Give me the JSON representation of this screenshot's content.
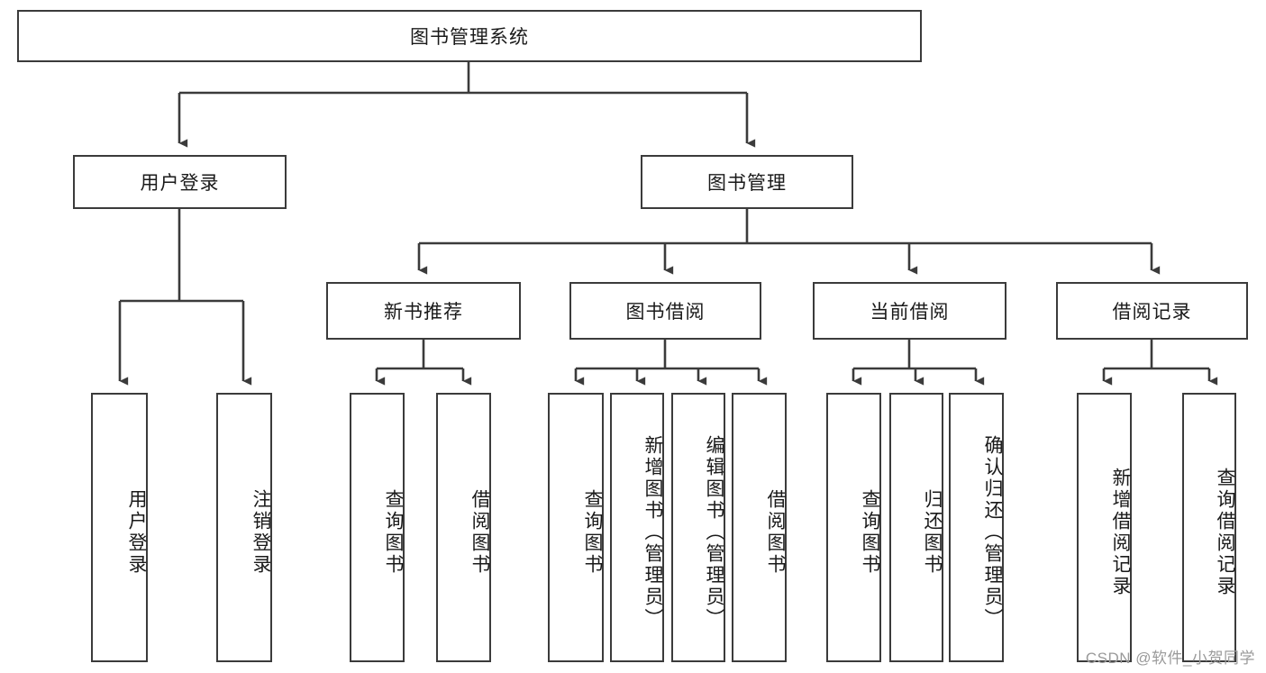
{
  "diagram": {
    "title": "图书管理系统",
    "watermark": "CSDN @软件_小贺同学",
    "stroke_color": "#3b3b3b",
    "background_color": "#ffffff",
    "text_color": "#1a1a1a",
    "watermark_color": "#9a9a9a"
  },
  "nodes": {
    "root": {
      "label": "图书管理系统"
    },
    "level2": [
      {
        "label": "用户登录"
      },
      {
        "label": "图书管理"
      }
    ],
    "level3": [
      {
        "label": "新书推荐"
      },
      {
        "label": "图书借阅"
      },
      {
        "label": "当前借阅"
      },
      {
        "label": "借阅记录"
      }
    ],
    "leaves": {
      "user_login": [
        {
          "label": "用户登录"
        },
        {
          "label": "注销登录"
        }
      ],
      "new_book_recommend": [
        {
          "label": "查询图书"
        },
        {
          "label": "借阅图书"
        }
      ],
      "book_borrow": [
        {
          "label": "查询图书"
        },
        {
          "label": "新增图书（管理员）"
        },
        {
          "label": "编辑图书（管理员）"
        },
        {
          "label": "借阅图书"
        }
      ],
      "current_borrow": [
        {
          "label": "查询图书"
        },
        {
          "label": "归还图书"
        },
        {
          "label": "确认归还（管理员）"
        }
      ],
      "borrow_record": [
        {
          "label": "新增借阅记录"
        },
        {
          "label": "查询借阅记录"
        }
      ]
    }
  },
  "chart_data": {
    "type": "table",
    "title": "图书管理系统",
    "tree": {
      "name": "图书管理系统",
      "children": [
        {
          "name": "用户登录",
          "children": [
            {
              "name": "用户登录"
            },
            {
              "name": "注销登录"
            }
          ]
        },
        {
          "name": "图书管理",
          "children": [
            {
              "name": "新书推荐",
              "children": [
                {
                  "name": "查询图书"
                },
                {
                  "name": "借阅图书"
                }
              ]
            },
            {
              "name": "图书借阅",
              "children": [
                {
                  "name": "查询图书"
                },
                {
                  "name": "新增图书（管理员）"
                },
                {
                  "name": "编辑图书（管理员）"
                },
                {
                  "name": "借阅图书"
                }
              ]
            },
            {
              "name": "当前借阅",
              "children": [
                {
                  "name": "查询图书"
                },
                {
                  "name": "归还图书"
                },
                {
                  "name": "确认归还（管理员）"
                }
              ]
            },
            {
              "name": "借阅记录",
              "children": [
                {
                  "name": "新增借阅记录"
                },
                {
                  "name": "查询借阅记录"
                }
              ]
            }
          ]
        }
      ]
    }
  }
}
